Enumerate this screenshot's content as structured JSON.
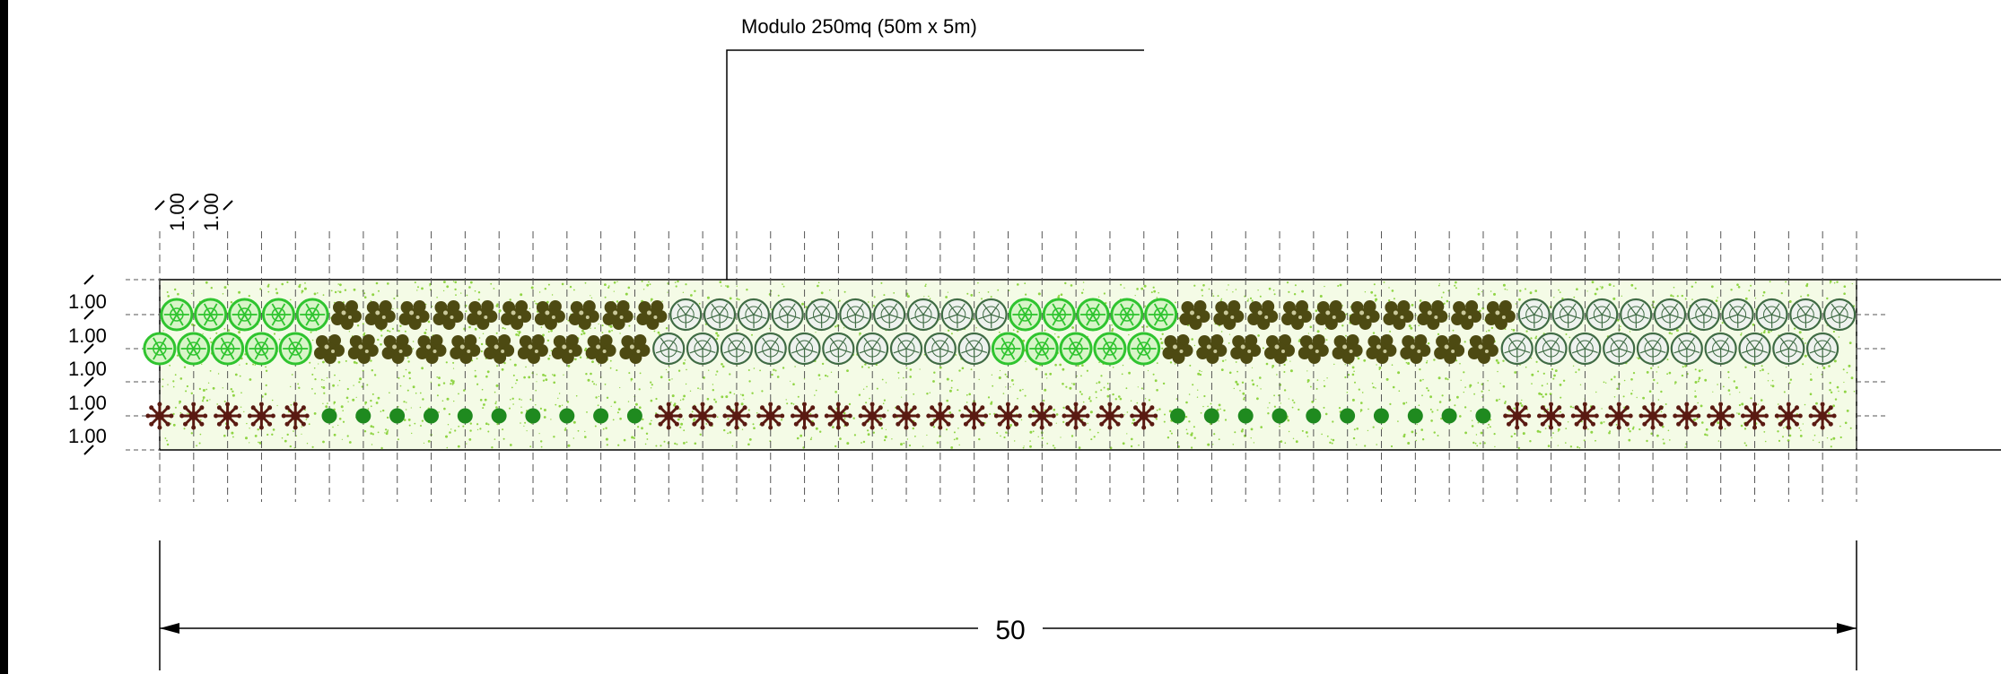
{
  "drawing": {
    "module_label": "Modulo 250mq (50m x 5m)",
    "total_length_label": "50",
    "column_spacing_labels": [
      "1.00",
      "1.00"
    ],
    "row_spacing_labels": [
      "1.00",
      "1.00",
      "1.00",
      "1.00",
      "1.00"
    ]
  },
  "colors": {
    "line": "#000000",
    "guide": "#555555",
    "field_fill": "#f4fbe6",
    "speckle": "#8fd444",
    "bright_tree": "#2fc42f",
    "gray_tree": "#3f6b44",
    "olive_shrub": "#4d4a12",
    "brown_plant": "#5a1a12",
    "dot_plant": "#1f8a1f"
  },
  "planting_rows": [
    {
      "name": "row-1",
      "segments": [
        {
          "type": "bright-tree",
          "count": 5
        },
        {
          "type": "olive-shrub",
          "count": 10
        },
        {
          "type": "gray-tree",
          "count": 10
        },
        {
          "type": "bright-tree",
          "count": 5
        },
        {
          "type": "olive-shrub",
          "count": 10
        },
        {
          "type": "gray-tree",
          "count": 10
        }
      ]
    },
    {
      "name": "row-2",
      "segments": [
        {
          "type": "bright-tree",
          "count": 5
        },
        {
          "type": "olive-shrub",
          "count": 10
        },
        {
          "type": "gray-tree",
          "count": 10
        },
        {
          "type": "bright-tree",
          "count": 5
        },
        {
          "type": "olive-shrub",
          "count": 10
        },
        {
          "type": "gray-tree",
          "count": 10
        }
      ]
    },
    {
      "name": "row-3",
      "segments": [
        {
          "type": "brown-plant",
          "count": 5
        },
        {
          "type": "green-dot",
          "count": 10
        },
        {
          "type": "brown-plant",
          "count": 15
        },
        {
          "type": "green-dot",
          "count": 10
        },
        {
          "type": "brown-plant",
          "count": 10
        }
      ]
    }
  ]
}
